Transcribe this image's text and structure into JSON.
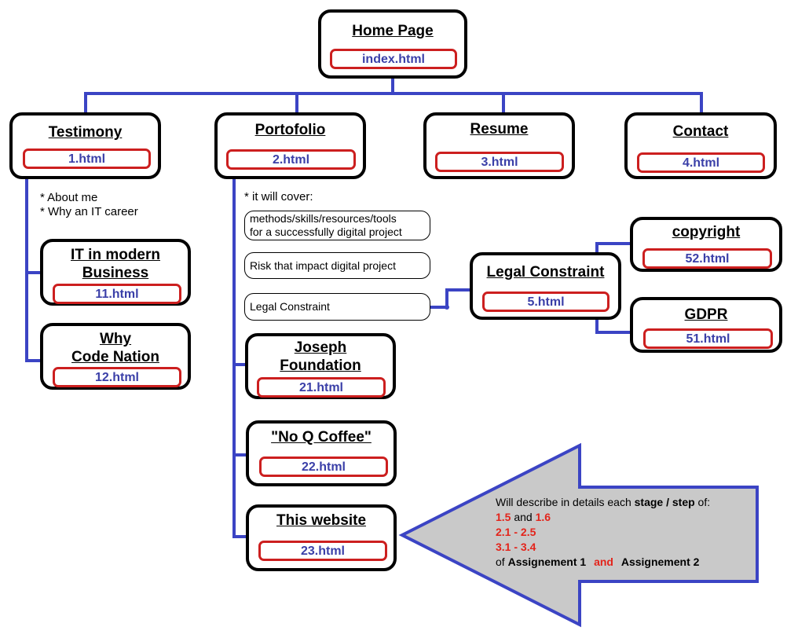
{
  "nodes": {
    "home": {
      "title": "Home Page",
      "file": "index.html"
    },
    "testimony": {
      "title": "Testimony",
      "file": "1.html"
    },
    "portofolio": {
      "title": "Portofolio",
      "file": "2.html"
    },
    "resume": {
      "title": "Resume",
      "file": "3.html"
    },
    "contact": {
      "title": "Contact",
      "file": "4.html"
    },
    "it_modern": {
      "title": "IT in modern\nBusiness",
      "file": "11.html"
    },
    "why_code": {
      "title": "Why\nCode Nation",
      "file": "12.html"
    },
    "joseph": {
      "title": "Joseph\nFoundation",
      "file": "21.html"
    },
    "coffee": {
      "title": "\"No Q Coffee\"",
      "file": "22.html"
    },
    "this_website": {
      "title": "This website",
      "file": "23.html"
    },
    "legal": {
      "title": "Legal Constraint",
      "file": "5.html"
    },
    "copyright": {
      "title": "copyright",
      "file": "52.html"
    },
    "gdpr": {
      "title": "GDPR",
      "file": "51.html"
    }
  },
  "testimony_notes": [
    "* About me",
    "* Why an IT career"
  ],
  "portfolio_intro": "* it will cover:",
  "portfolio_items": [
    "methods/skills/resources/tools\nfor a successfully digital project",
    "Risk that impact digital project",
    "Legal Constraint"
  ],
  "arrow": {
    "intro_prefix": "Will describe in details each ",
    "intro_bold": "stage / step",
    "intro_suffix": " of:",
    "line1_a": "1.5",
    "line1_and": " and ",
    "line1_b": "1.6",
    "line2": "2.1 - 2.5",
    "line3": "3.1 - 3.4",
    "line4_of": "of ",
    "line4_a1": "Assignement 1",
    "line4_and": "and",
    "line4_a2": "Assignement 2"
  },
  "colors": {
    "connector": "#3b44c4",
    "file_border": "#cc1f1f",
    "file_text": "#3a3fa8",
    "arrow_fill": "#c9c9c9",
    "arrow_border": "#3b44c4",
    "highlight": "#e3241b"
  }
}
